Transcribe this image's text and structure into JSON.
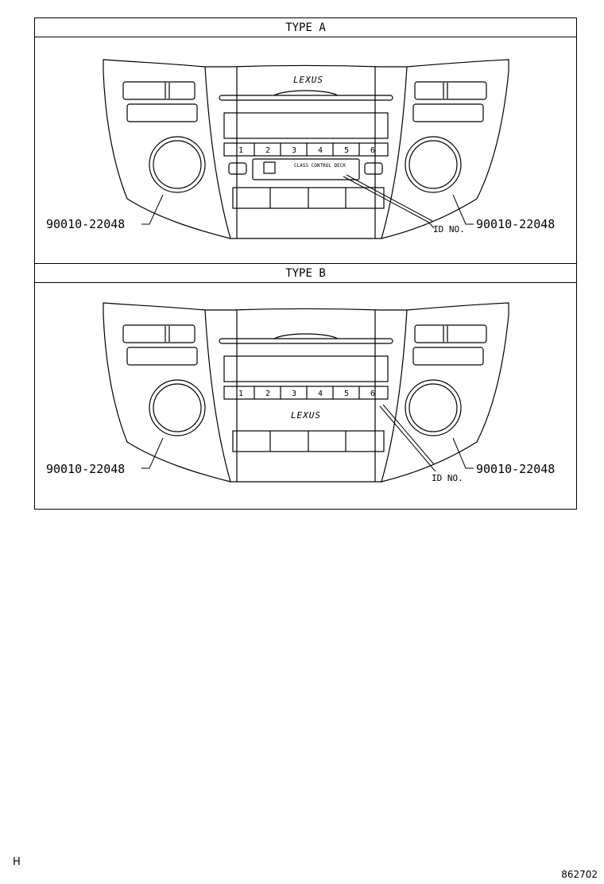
{
  "sections": [
    {
      "title": "TYPE A",
      "brand": "LEXUS",
      "presets": [
        "1",
        "2",
        "3",
        "4",
        "5",
        "6"
      ],
      "cassette_text": [
        "CLASS CONTROL DECK"
      ],
      "part_left": "90010-22048",
      "part_right": "90010-22048",
      "id_label": "ID NO."
    },
    {
      "title": "TYPE B",
      "brand": "LEXUS",
      "presets": [
        "1",
        "2",
        "3",
        "4",
        "5",
        "6"
      ],
      "part_left": "90010-22048",
      "part_right": "90010-22048",
      "id_label": "ID NO."
    }
  ],
  "footer": {
    "left_code": "H",
    "right_code": "862702"
  }
}
